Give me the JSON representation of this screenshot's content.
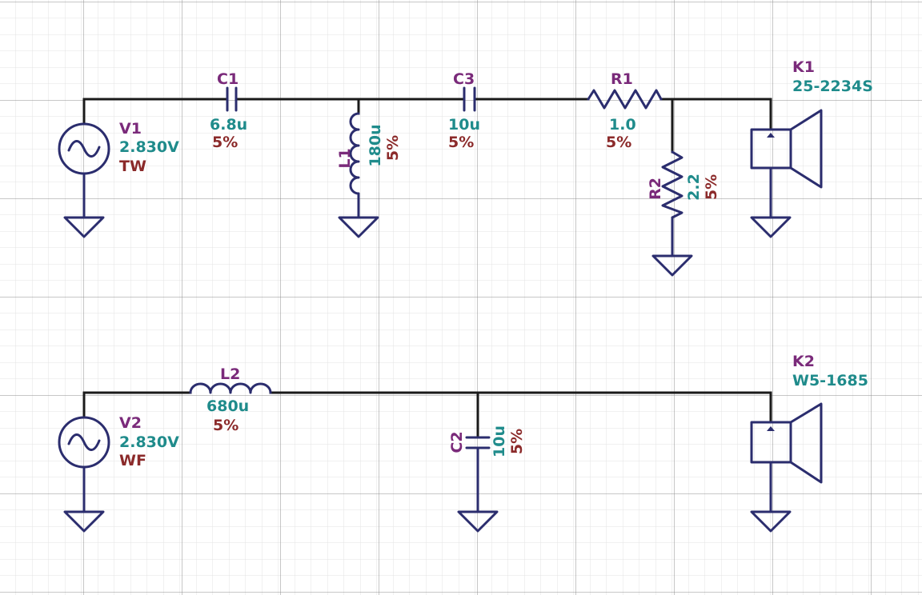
{
  "colors": {
    "grid_minor": "#e3e3e3",
    "grid_major": "#8f8f8f",
    "wire": "#1a1a1a",
    "component": "#2b2d6e",
    "name_label": "#7a2a7a",
    "value_label": "#1f8b8b",
    "tolerance_label": "#8b2a2a"
  },
  "components": {
    "V1": {
      "name": "V1",
      "value": "2.830V",
      "note": "TW"
    },
    "V2": {
      "name": "V2",
      "value": "2.830V",
      "note": "WF"
    },
    "C1": {
      "name": "C1",
      "value": "6.8u",
      "tolerance": "5%"
    },
    "C2": {
      "name": "C2",
      "value": "10u",
      "tolerance": "5%"
    },
    "C3": {
      "name": "C3",
      "value": "10u",
      "tolerance": "5%"
    },
    "L1": {
      "name": "L1",
      "value": "180u",
      "tolerance": "5%"
    },
    "L2": {
      "name": "L2",
      "value": "680u",
      "tolerance": "5%"
    },
    "R1": {
      "name": "R1",
      "value": "1.0",
      "tolerance": "5%"
    },
    "R2": {
      "name": "R2",
      "value": "2.2",
      "tolerance": "5%"
    },
    "K1": {
      "name": "K1",
      "model": "25-2234S"
    },
    "K2": {
      "name": "K2",
      "model": "W5-1685"
    }
  }
}
